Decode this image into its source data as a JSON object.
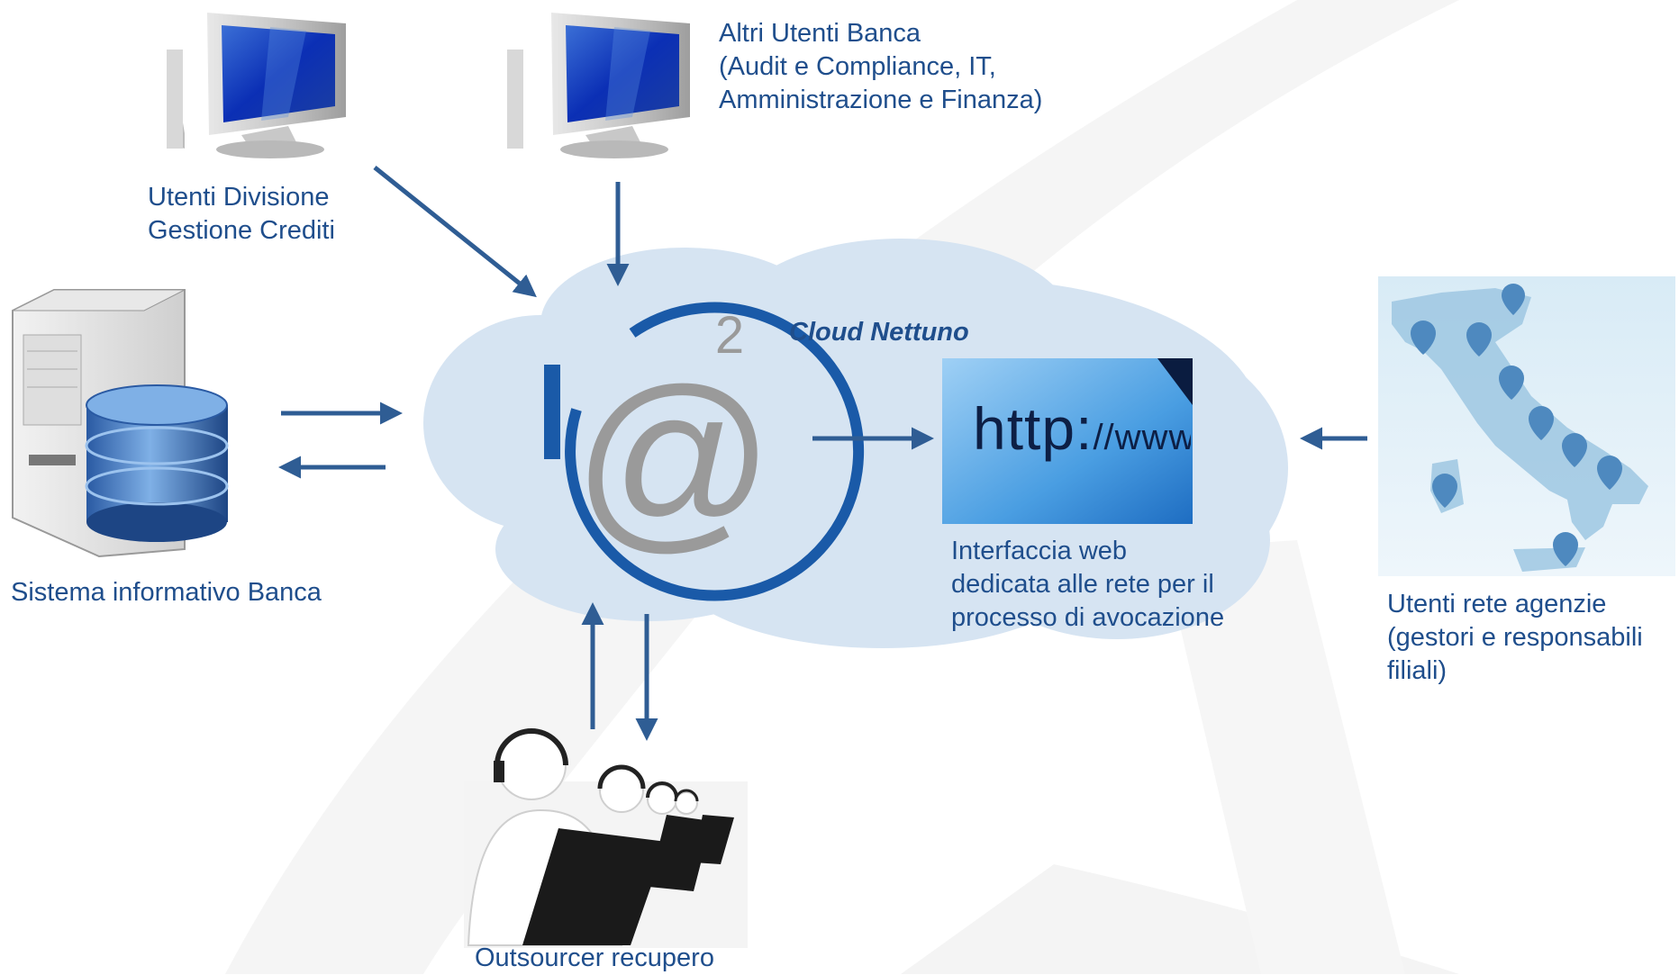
{
  "colors": {
    "accent": "#1f4e8c",
    "arrow": "#2f5d94",
    "cloud": "#d6e4f2",
    "logo_blue": "#1a5aa8",
    "logo_grey": "#9a9a9a"
  },
  "labels": {
    "utenti_divisione": [
      "Utenti Divisione",
      "Gestione Crediti"
    ],
    "altri_utenti": [
      "Altri Utenti Banca",
      "(Audit e Compliance, IT,",
      "Amministrazione e Finanza)"
    ],
    "sistema_informativo": [
      "Sistema informativo Banca"
    ],
    "cloud_title": "Cloud Nettuno",
    "interfaccia_web": [
      "Interfaccia web",
      "dedicata alle rete per il",
      "processo di avocazione"
    ],
    "utenti_rete": [
      "Utenti rete agenzie",
      "(gestori e responsabili",
      "filiali)"
    ],
    "outsourcer": [
      "Outsourcer recupero"
    ]
  },
  "logo": {
    "symbol": "@",
    "superscript": "2"
  },
  "browser": {
    "http_main": "http:",
    "http_tail": "//www"
  },
  "icons": {
    "computer_1": "desktop-computer-icon",
    "computer_2": "desktop-computer-icon",
    "server": "server-database-icon",
    "map": "italy-map-pins-icon",
    "call_center": "call-center-operators-icon"
  }
}
